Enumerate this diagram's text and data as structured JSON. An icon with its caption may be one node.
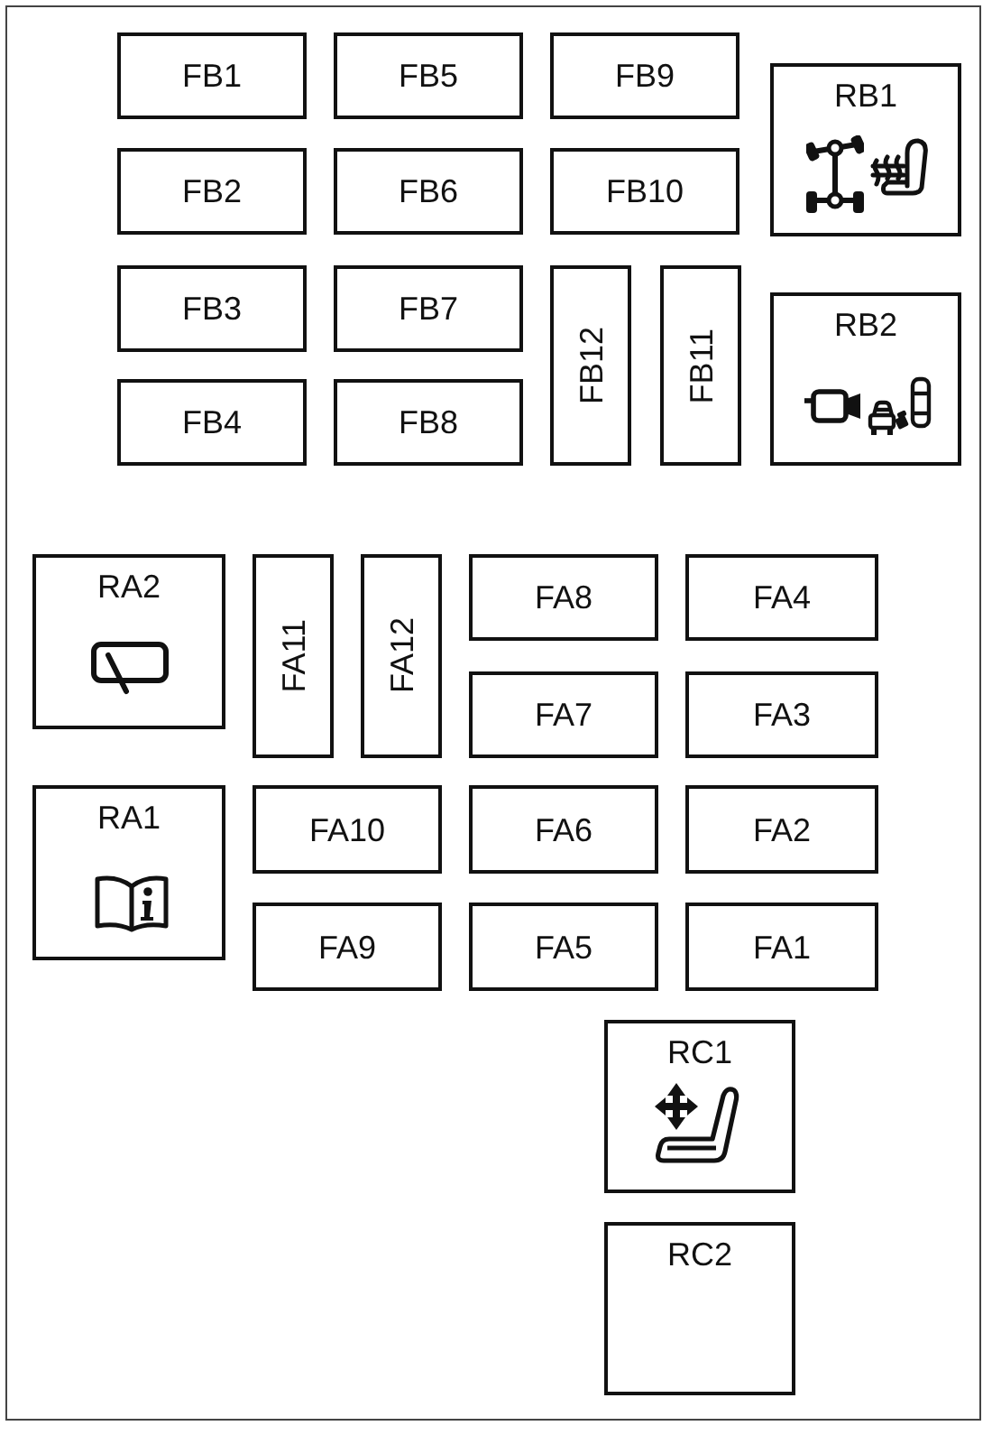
{
  "diagram": {
    "nodes": [
      {
        "text": [
          "FB1"
        ]
      },
      {
        "text": [
          "FB5"
        ]
      },
      {
        "text": [
          "FB9"
        ]
      },
      {
        "text": [
          "RB1"
        ]
      },
      {
        "text": [
          "FB2"
        ]
      },
      {
        "text": [
          "FB6"
        ]
      },
      {
        "text": [
          "FB10"
        ]
      },
      {
        "text": [
          "FB3"
        ]
      },
      {
        "text": [
          "FB7"
        ]
      },
      {
        "text": [
          "FB12"
        ]
      },
      {
        "text": [
          "FB11"
        ]
      },
      {
        "text": [
          "RB2"
        ]
      },
      {
        "text": [
          "FB4"
        ]
      },
      {
        "text": [
          "FB8"
        ]
      },
      {
        "text": [
          "RA2"
        ]
      },
      {
        "text": [
          "FA11"
        ]
      },
      {
        "text": [
          "FA12"
        ]
      },
      {
        "text": [
          "FA8"
        ]
      },
      {
        "text": [
          "FA4"
        ]
      },
      {
        "text": [
          "FA7"
        ]
      },
      {
        "text": [
          "FA3"
        ]
      },
      {
        "text": [
          "RA1"
        ]
      },
      {
        "text": [
          "FA10"
        ]
      },
      {
        "text": [
          "FA6"
        ]
      },
      {
        "text": [
          "FA2"
        ]
      },
      {
        "text": [
          "FA9"
        ]
      },
      {
        "text": [
          "FA5"
        ]
      },
      {
        "text": [
          "FA1"
        ]
      },
      {
        "text": [
          "RC1"
        ]
      },
      {
        "text": [
          "RC2"
        ]
      }
    ]
  }
}
